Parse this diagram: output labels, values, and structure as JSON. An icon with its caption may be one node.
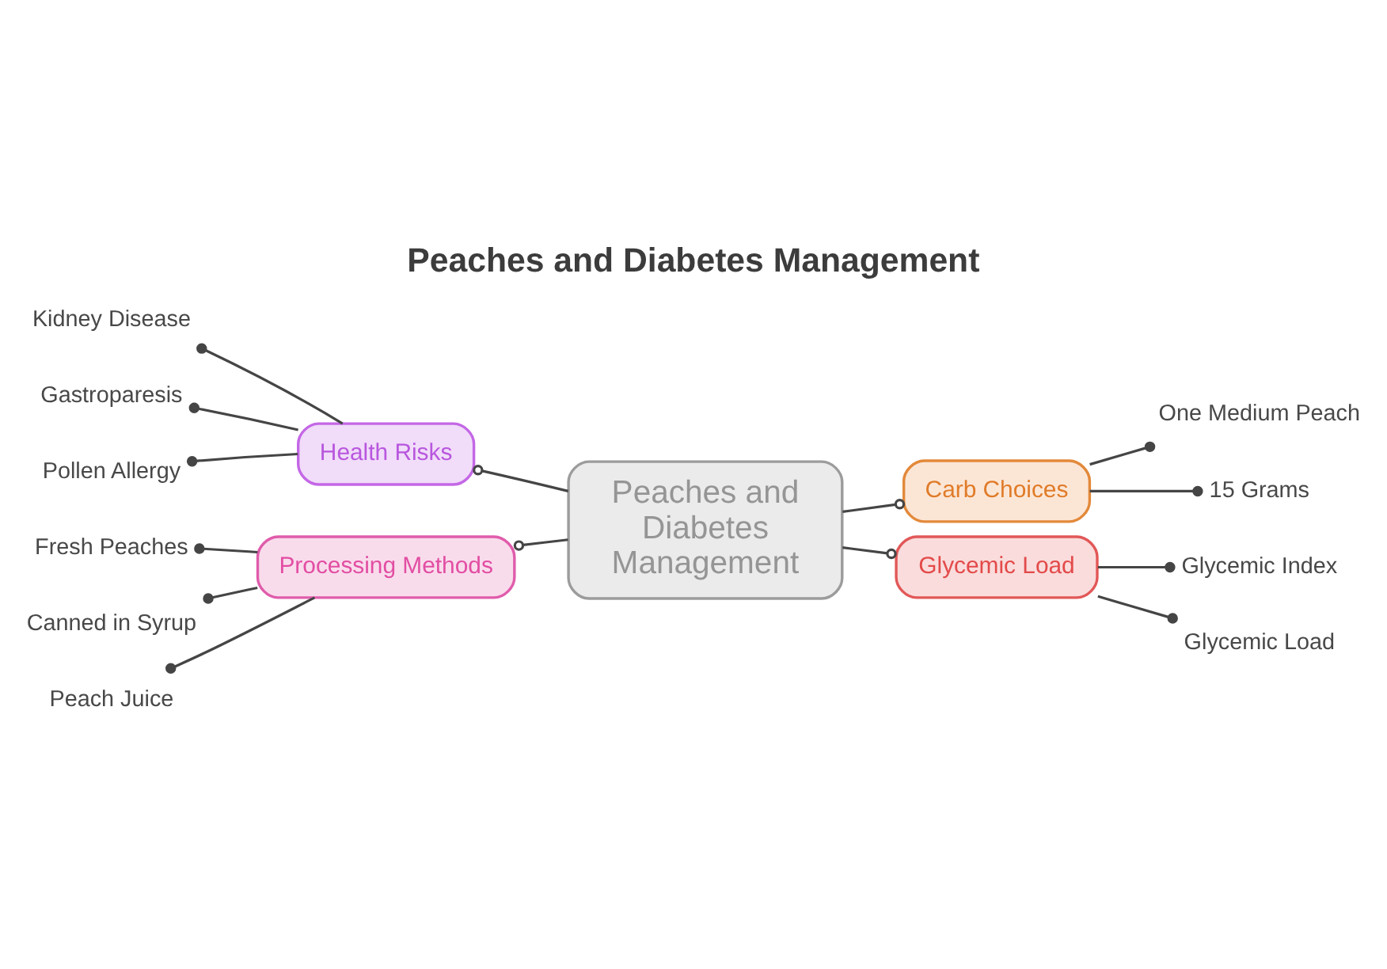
{
  "diagram": {
    "title": "Peaches and Diabetes Management",
    "nodes": [
      {
        "text": [
          "Peaches and Diabetes Management"
        ]
      },
      {
        "text": [
          "Health Risks"
        ]
      },
      {
        "text": [
          "Kidney Disease"
        ]
      },
      {
        "text": [
          "Gastroparesis"
        ]
      },
      {
        "text": [
          "Pollen Allergy"
        ]
      },
      {
        "text": [
          "Carb Choices"
        ]
      },
      {
        "text": [
          "One Medium Peach"
        ]
      },
      {
        "text": [
          "15 Grams"
        ]
      },
      {
        "text": [
          "Processing Methods"
        ]
      },
      {
        "text": [
          "Fresh Peaches"
        ]
      },
      {
        "text": [
          "Canned in Syrup"
        ]
      },
      {
        "text": [
          "Peach Juice"
        ]
      },
      {
        "text": [
          "Glycemic Load"
        ]
      },
      {
        "text": [
          "Glycemic Index"
        ]
      },
      {
        "text": [
          "Glycemic Load"
        ]
      }
    ],
    "edges": [
      {
        "from": 0,
        "to": 1,
        "arrow": "other"
      },
      {
        "from": 1,
        "to": 2,
        "arrow": "other"
      },
      {
        "from": 1,
        "to": 3,
        "arrow": "other"
      },
      {
        "from": 1,
        "to": 4,
        "arrow": "other"
      },
      {
        "from": 0,
        "to": 5,
        "arrow": "other"
      },
      {
        "from": 5,
        "to": 6,
        "arrow": "other"
      },
      {
        "from": 5,
        "to": 7,
        "arrow": "other"
      },
      {
        "from": 0,
        "to": 8,
        "arrow": "other"
      },
      {
        "from": 8,
        "to": 9,
        "arrow": "other"
      },
      {
        "from": 8,
        "to": 10,
        "arrow": "other"
      },
      {
        "from": 8,
        "to": 11,
        "arrow": "other"
      },
      {
        "from": 0,
        "to": 12,
        "arrow": "other"
      },
      {
        "from": 12,
        "to": 13,
        "arrow": "other"
      },
      {
        "from": 12,
        "to": 14,
        "arrow": "other"
      }
    ]
  }
}
